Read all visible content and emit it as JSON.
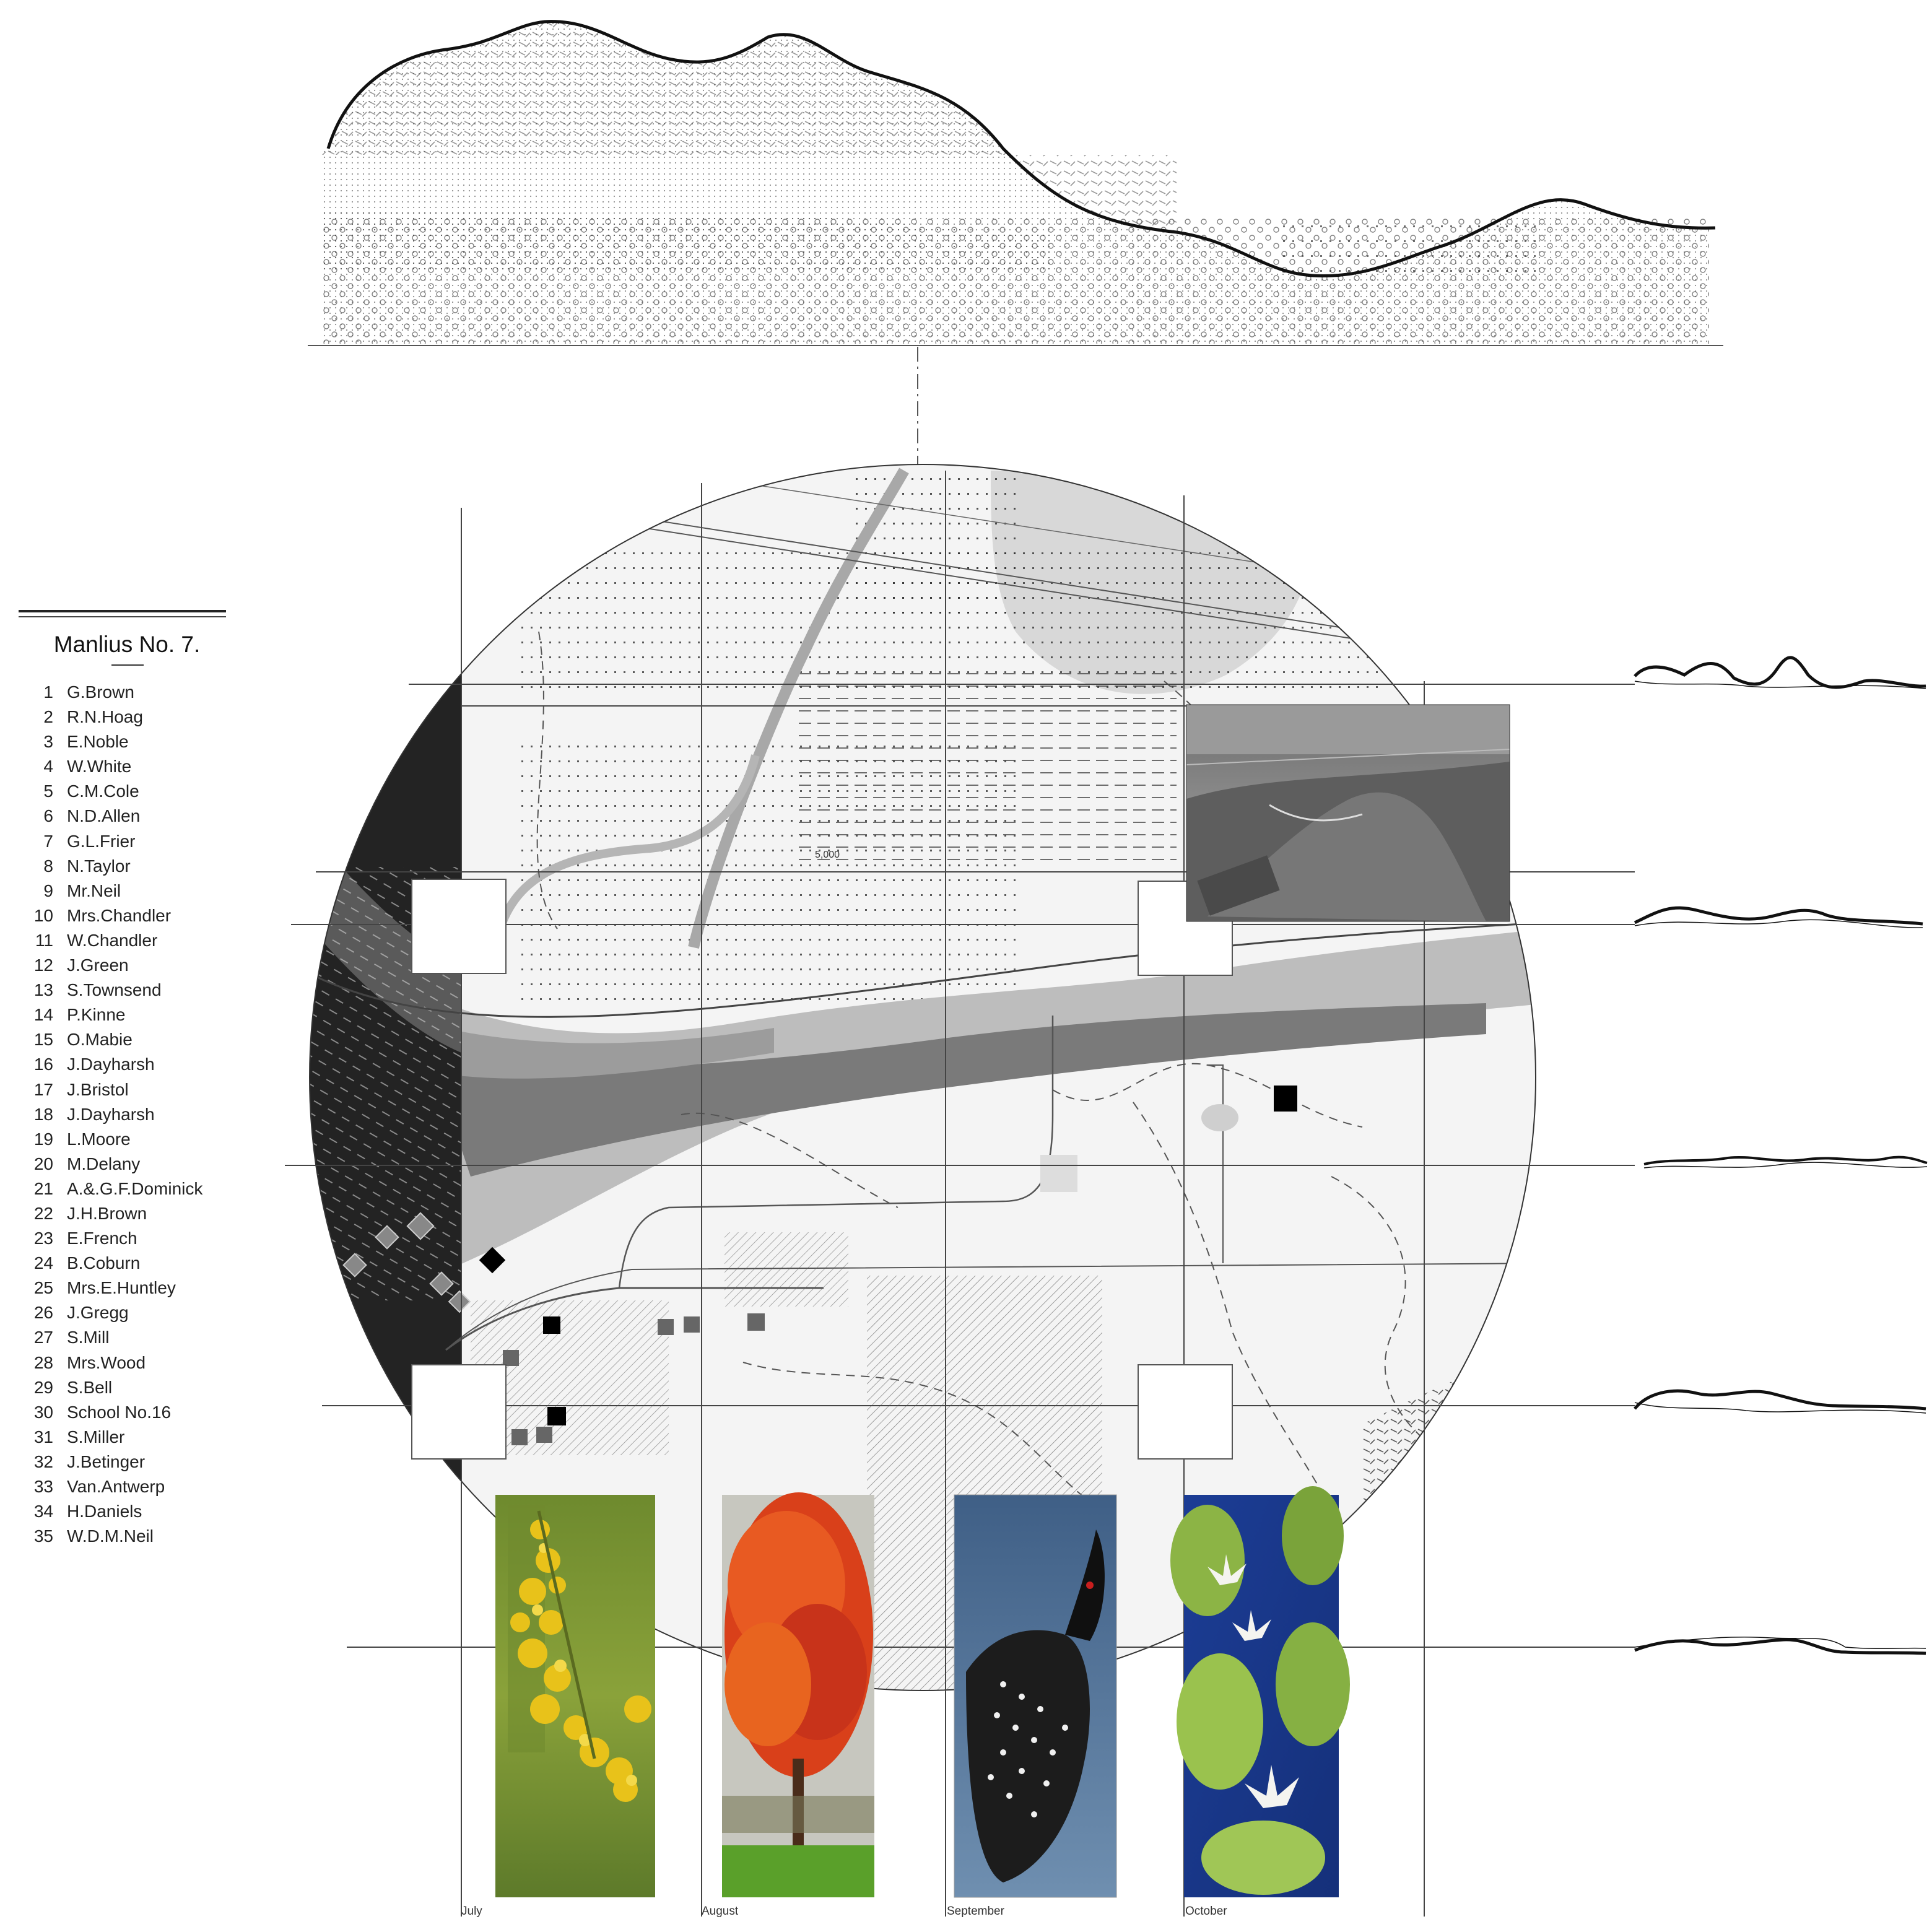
{
  "legend": {
    "title": "Manlius No. 7.",
    "entries": [
      {
        "num": "1",
        "name": "G.Brown"
      },
      {
        "num": "2",
        "name": "R.N.Hoag"
      },
      {
        "num": "3",
        "name": "E.Noble"
      },
      {
        "num": "4",
        "name": "W.White"
      },
      {
        "num": "5",
        "name": "C.M.Cole"
      },
      {
        "num": "6",
        "name": "N.D.Allen"
      },
      {
        "num": "7",
        "name": "G.L.Frier"
      },
      {
        "num": "8",
        "name": "N.Taylor"
      },
      {
        "num": "9",
        "name": "Mr.Neil"
      },
      {
        "num": "10",
        "name": "Mrs.Chandler"
      },
      {
        "num": "11",
        "name": "W.Chandler"
      },
      {
        "num": "12",
        "name": "J.Green"
      },
      {
        "num": "13",
        "name": "S.Townsend"
      },
      {
        "num": "14",
        "name": "P.Kinne"
      },
      {
        "num": "15",
        "name": "O.Mabie"
      },
      {
        "num": "16",
        "name": "J.Dayharsh"
      },
      {
        "num": "17",
        "name": "J.Bristol"
      },
      {
        "num": "18",
        "name": "J.Dayharsh"
      },
      {
        "num": "19",
        "name": "L.Moore"
      },
      {
        "num": "20",
        "name": "M.Delany"
      },
      {
        "num": "21",
        "name": "A.&.G.F.Dominick"
      },
      {
        "num": "22",
        "name": "J.H.Brown"
      },
      {
        "num": "23",
        "name": "E.French"
      },
      {
        "num": "24",
        "name": "B.Coburn"
      },
      {
        "num": "25",
        "name": "Mrs.E.Huntley"
      },
      {
        "num": "26",
        "name": "J.Gregg"
      },
      {
        "num": "27",
        "name": "S.Mill"
      },
      {
        "num": "28",
        "name": "Mrs.Wood"
      },
      {
        "num": "29",
        "name": "S.Bell"
      },
      {
        "num": "30",
        "name": "School No.16"
      },
      {
        "num": "31",
        "name": "S.Miller"
      },
      {
        "num": "32",
        "name": "J.Betinger"
      },
      {
        "num": "33",
        "name": "Van.Antwerp"
      },
      {
        "num": "34",
        "name": "H.Daniels"
      },
      {
        "num": "35",
        "name": "W.D.M.Neil"
      }
    ]
  },
  "map": {
    "contour_label": "5,000"
  },
  "months": [
    "July",
    "August",
    "September",
    "October"
  ],
  "photos": [
    {
      "subject": "goldenrod-flower",
      "month": "July"
    },
    {
      "subject": "red-maple-tree",
      "month": "August"
    },
    {
      "subject": "common-loon",
      "month": "September"
    },
    {
      "subject": "water-lily",
      "month": "October"
    }
  ],
  "colors": {
    "ink": "#111111",
    "map_gray": "#8a8a8a",
    "dark_band": "#232323",
    "goldenrod": "#e8c21a",
    "maple_red": "#e0481c",
    "lily_blue": "#1f3d8f"
  }
}
